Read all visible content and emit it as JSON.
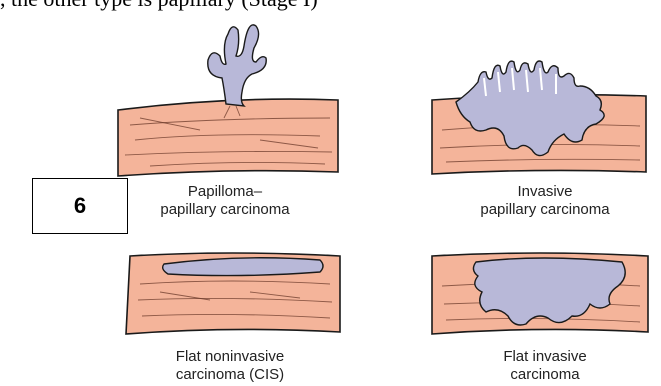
{
  "header_fragment": ", the other type is papillary (Stage I)",
  "figure_number": "6",
  "panels": [
    {
      "line1": "Papilloma–",
      "line2": "papillary carcinoma"
    },
    {
      "line1": "Invasive",
      "line2": "papillary carcinoma"
    },
    {
      "line1": "Flat noninvasive",
      "line2": "carcinoma (CIS)"
    },
    {
      "line1": "Flat invasive",
      "line2": "carcinoma"
    }
  ],
  "colors": {
    "tissue": "#f4b49a",
    "tumor": "#b8b8d8",
    "outline": "#1a1a1a"
  }
}
